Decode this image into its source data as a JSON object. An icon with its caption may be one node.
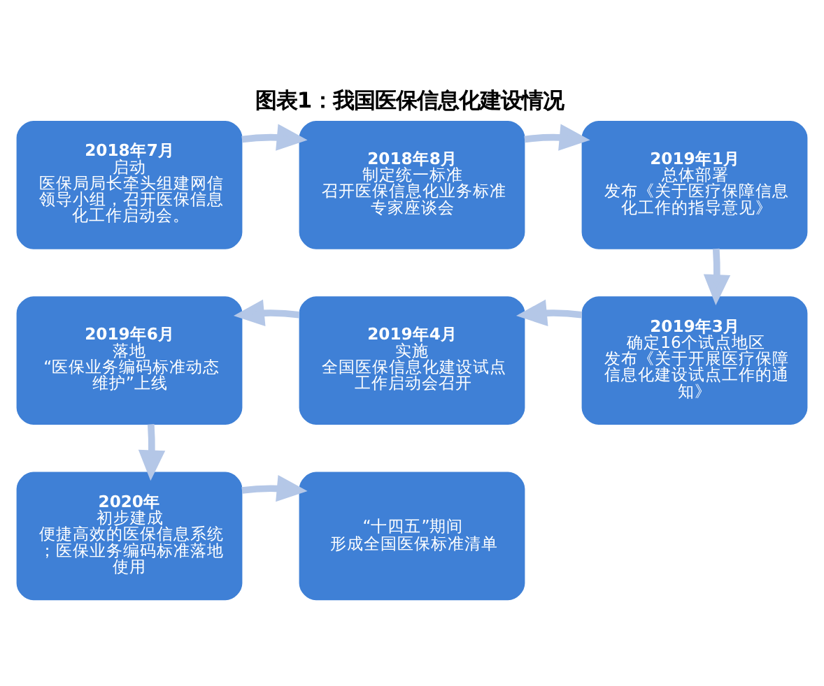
{
  "diagram": {
    "title": "图表1：我国医保信息化建设情况",
    "nodes": [
      {
        "text": [
          "2018年7月",
          "启动",
          "医保局局长牵头组建网信领导小组，召开医保信息化工作启动会。"
        ]
      },
      {
        "text": [
          "2018年8月",
          "制定统一标准",
          "召开医保信息化业务标准专家座谈会"
        ]
      },
      {
        "text": [
          "2019年1月",
          "总体部署",
          "发布《关于医疗保障信息化工作的指导意见》"
        ]
      },
      {
        "text": [
          "2019年3月",
          "确定16个试点地区",
          "发布《关于开展医疗保障信息化建设试点工作的通知》"
        ]
      },
      {
        "text": [
          "2019年4月",
          "实施",
          "全国医保信息化建设试点工作启动会召开"
        ]
      },
      {
        "text": [
          "2019年6月",
          "落地",
          "“医保业务编码标准动态维护”上线"
        ]
      },
      {
        "text": [
          "2020年",
          "初步建成",
          "便捷高效的医保信息系统；医保业务编码标准落地使用"
        ]
      },
      {
        "text": [
          "“十四五”期间",
          "形成全国医保标准清单"
        ]
      }
    ],
    "edges": [
      {
        "from": 0,
        "to": 1,
        "arrow": "to"
      },
      {
        "from": 1,
        "to": 2,
        "arrow": "to"
      },
      {
        "from": 2,
        "to": 3,
        "arrow": "to"
      },
      {
        "from": 3,
        "to": 4,
        "arrow": "to"
      },
      {
        "from": 4,
        "to": 5,
        "arrow": "to"
      },
      {
        "from": 5,
        "to": 6,
        "arrow": "to"
      },
      {
        "from": 6,
        "to": 7,
        "arrow": "to"
      }
    ]
  }
}
